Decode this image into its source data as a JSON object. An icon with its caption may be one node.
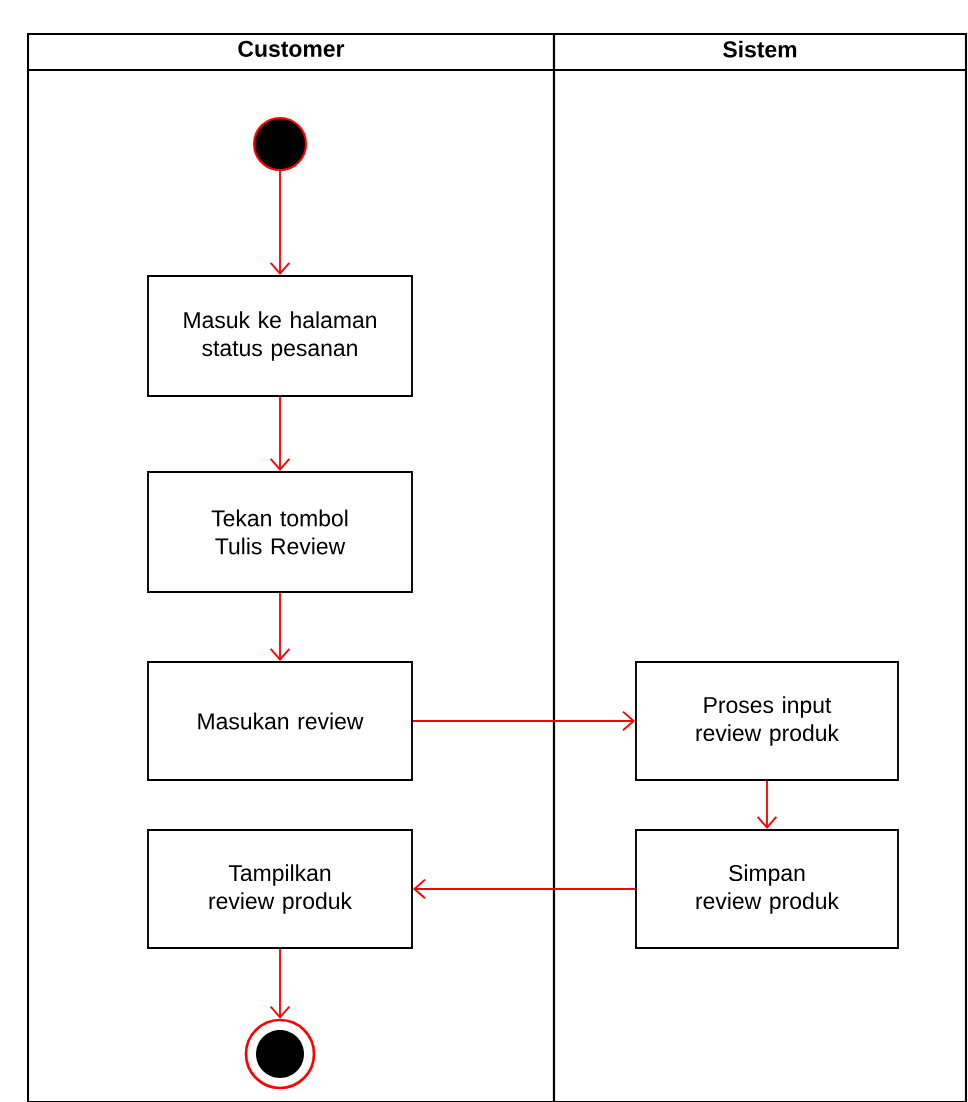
{
  "diagram": {
    "nodes": [
      {
        "text": [
          "Customer"
        ]
      },
      {
        "text": [
          "Sistem"
        ]
      },
      {
        "text": [],
        "shape": "circle",
        "in": 0
      },
      {
        "text": [
          "Masuk ke halaman status pesanan"
        ],
        "in": 0
      },
      {
        "text": [
          "Tekan tombol Tulis Review"
        ],
        "in": 0
      },
      {
        "text": [
          "Masukan review"
        ],
        "in": 0
      },
      {
        "text": [
          "Proses input review produk"
        ],
        "in": 1
      },
      {
        "text": [
          "Simpan review produk"
        ],
        "in": 1
      },
      {
        "text": [
          "Tampilkan review produk"
        ],
        "in": 0
      },
      {
        "text": [],
        "shape": "final-circle",
        "in": 0
      }
    ],
    "edges": [
      {
        "from": 2,
        "to": 3,
        "arrow": "to"
      },
      {
        "from": 3,
        "to": 4,
        "arrow": "to"
      },
      {
        "from": 4,
        "to": 5,
        "arrow": "to"
      },
      {
        "from": 5,
        "to": 6,
        "arrow": "to"
      },
      {
        "from": 6,
        "to": 7,
        "arrow": "to"
      },
      {
        "from": 7,
        "to": 8,
        "arrow": "to"
      },
      {
        "from": 8,
        "to": 9,
        "arrow": "to"
      }
    ]
  }
}
